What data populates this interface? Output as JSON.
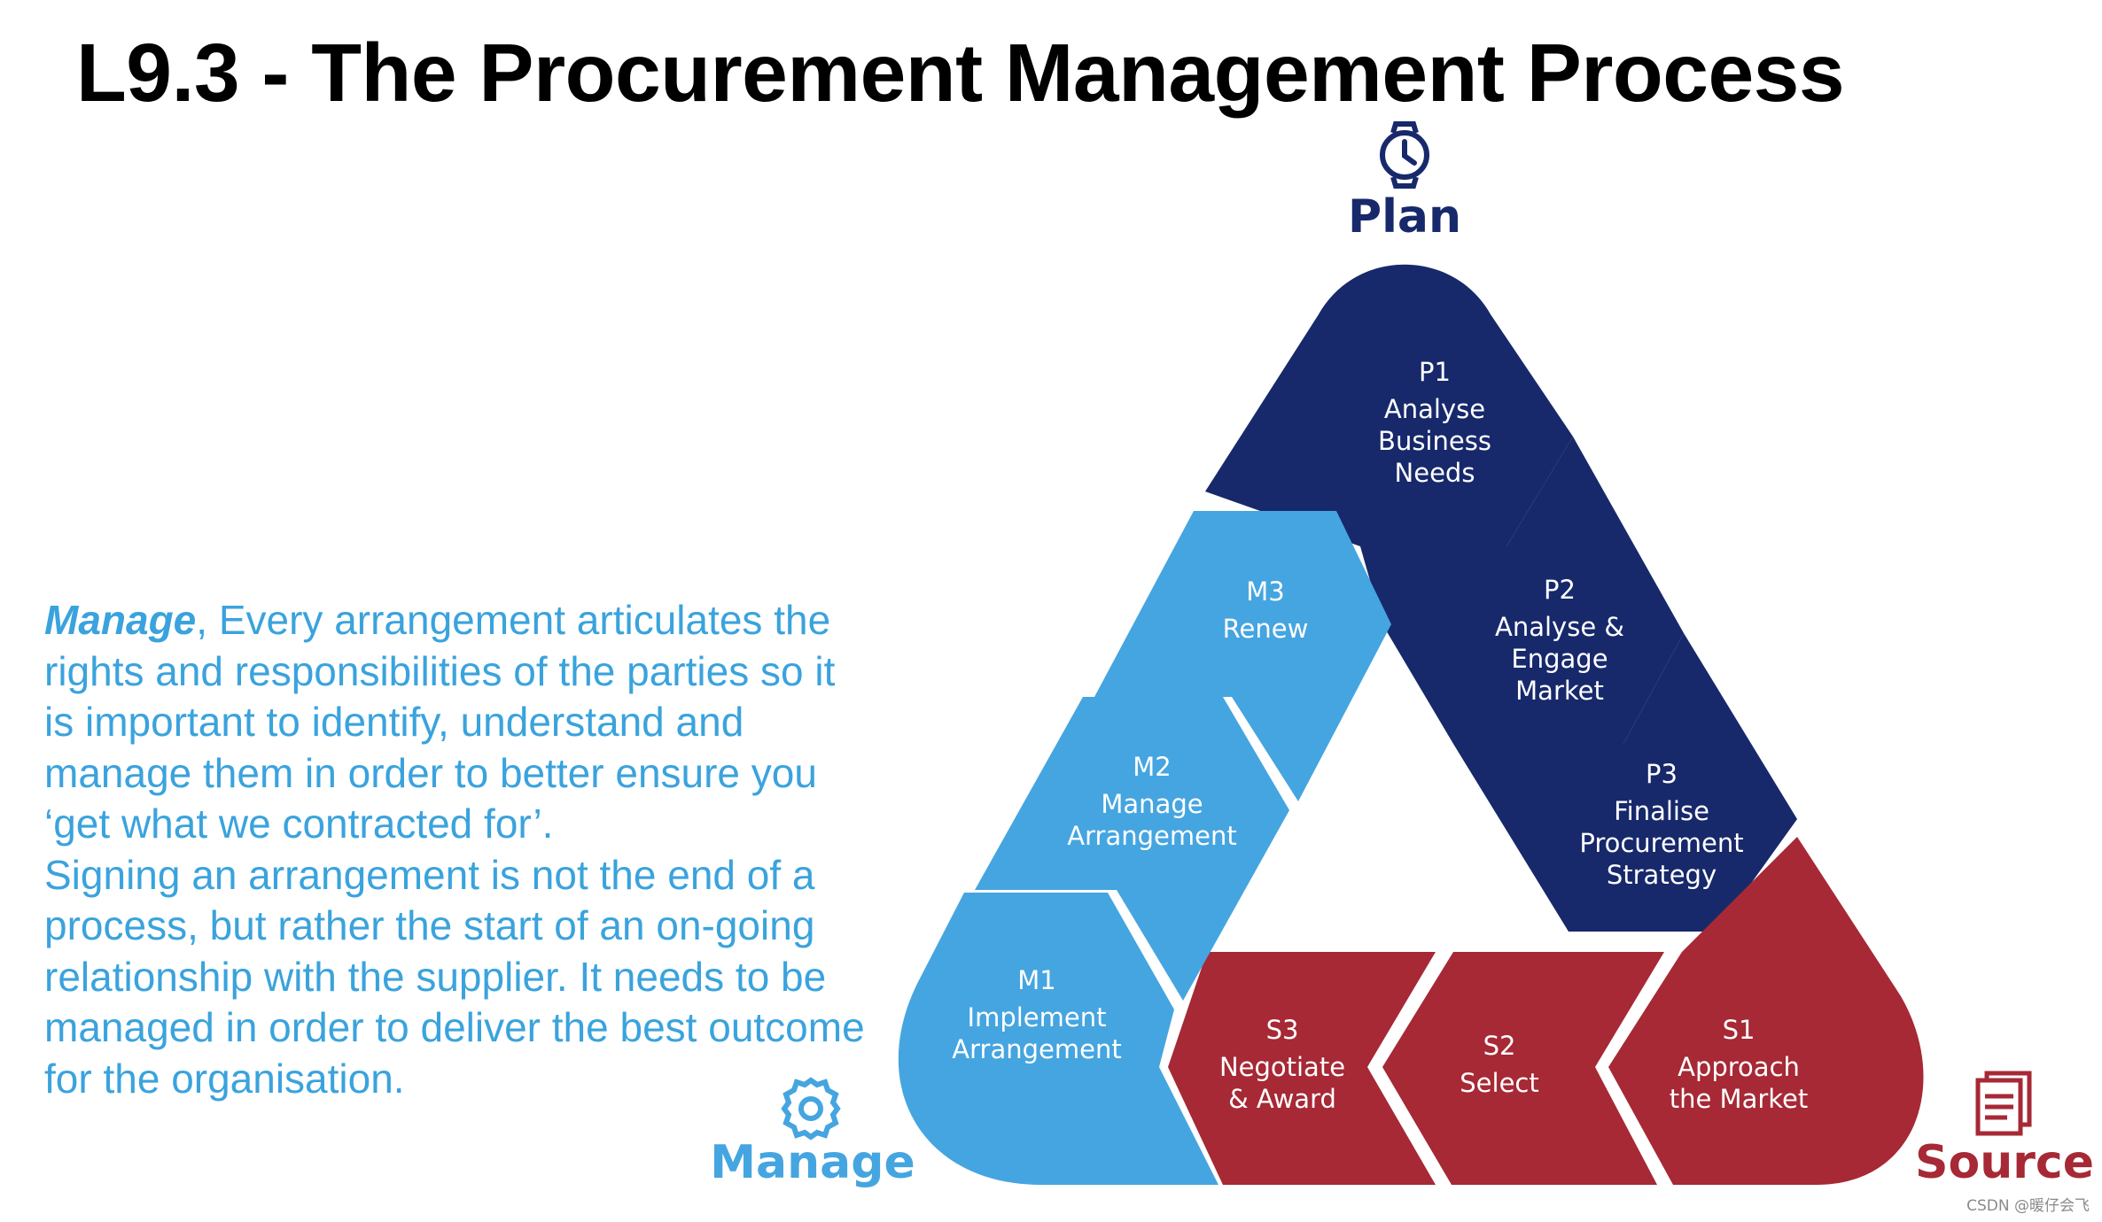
{
  "title": "L9.3 - The Procurement Management Process",
  "description": {
    "lead": "Manage",
    "sentence1": ", Every arrangement articulates the rights and responsibilities of the parties so it is important to identify, understand and manage them in order to better ensure you ‘get what we contracted for’.",
    "sentence2": "Signing an arrangement is not the end of a process, but rather the start of an on-going relationship with the supplier. It needs to be managed in order to deliver the best outcome for the organisation."
  },
  "phases": {
    "plan": {
      "label": "Plan",
      "icon": "stopwatch-icon",
      "color": "#17296b"
    },
    "source": {
      "label": "Source",
      "icon": "document-icon",
      "color": "#a62935"
    },
    "manage": {
      "label": "Manage",
      "icon": "gear-icon",
      "color": "#45a5e0"
    }
  },
  "segments": {
    "p1": {
      "code": "P1",
      "lines": [
        "Analyse",
        "Business",
        "Needs"
      ]
    },
    "p2": {
      "code": "P2",
      "lines": [
        "Analyse &",
        "Engage",
        "Market"
      ]
    },
    "p3": {
      "code": "P3",
      "lines": [
        "Finalise",
        "Procurement",
        "Strategy"
      ]
    },
    "s1": {
      "code": "S1",
      "lines": [
        "Approach",
        "the Market"
      ]
    },
    "s2": {
      "code": "S2",
      "lines": [
        "Select"
      ]
    },
    "s3": {
      "code": "S3",
      "lines": [
        "Negotiate",
        "& Award"
      ]
    },
    "m1": {
      "code": "M1",
      "lines": [
        "Implement",
        "Arrangement"
      ]
    },
    "m2": {
      "code": "M2",
      "lines": [
        "Manage",
        "Arrangement"
      ]
    },
    "m3": {
      "code": "M3",
      "lines": [
        "Renew"
      ]
    }
  },
  "colors": {
    "plan": "#17296b",
    "source": "#a62935",
    "manage": "#45a5e0",
    "divider": "#ffffff"
  },
  "watermark": "CSDN @暖仔会飞"
}
